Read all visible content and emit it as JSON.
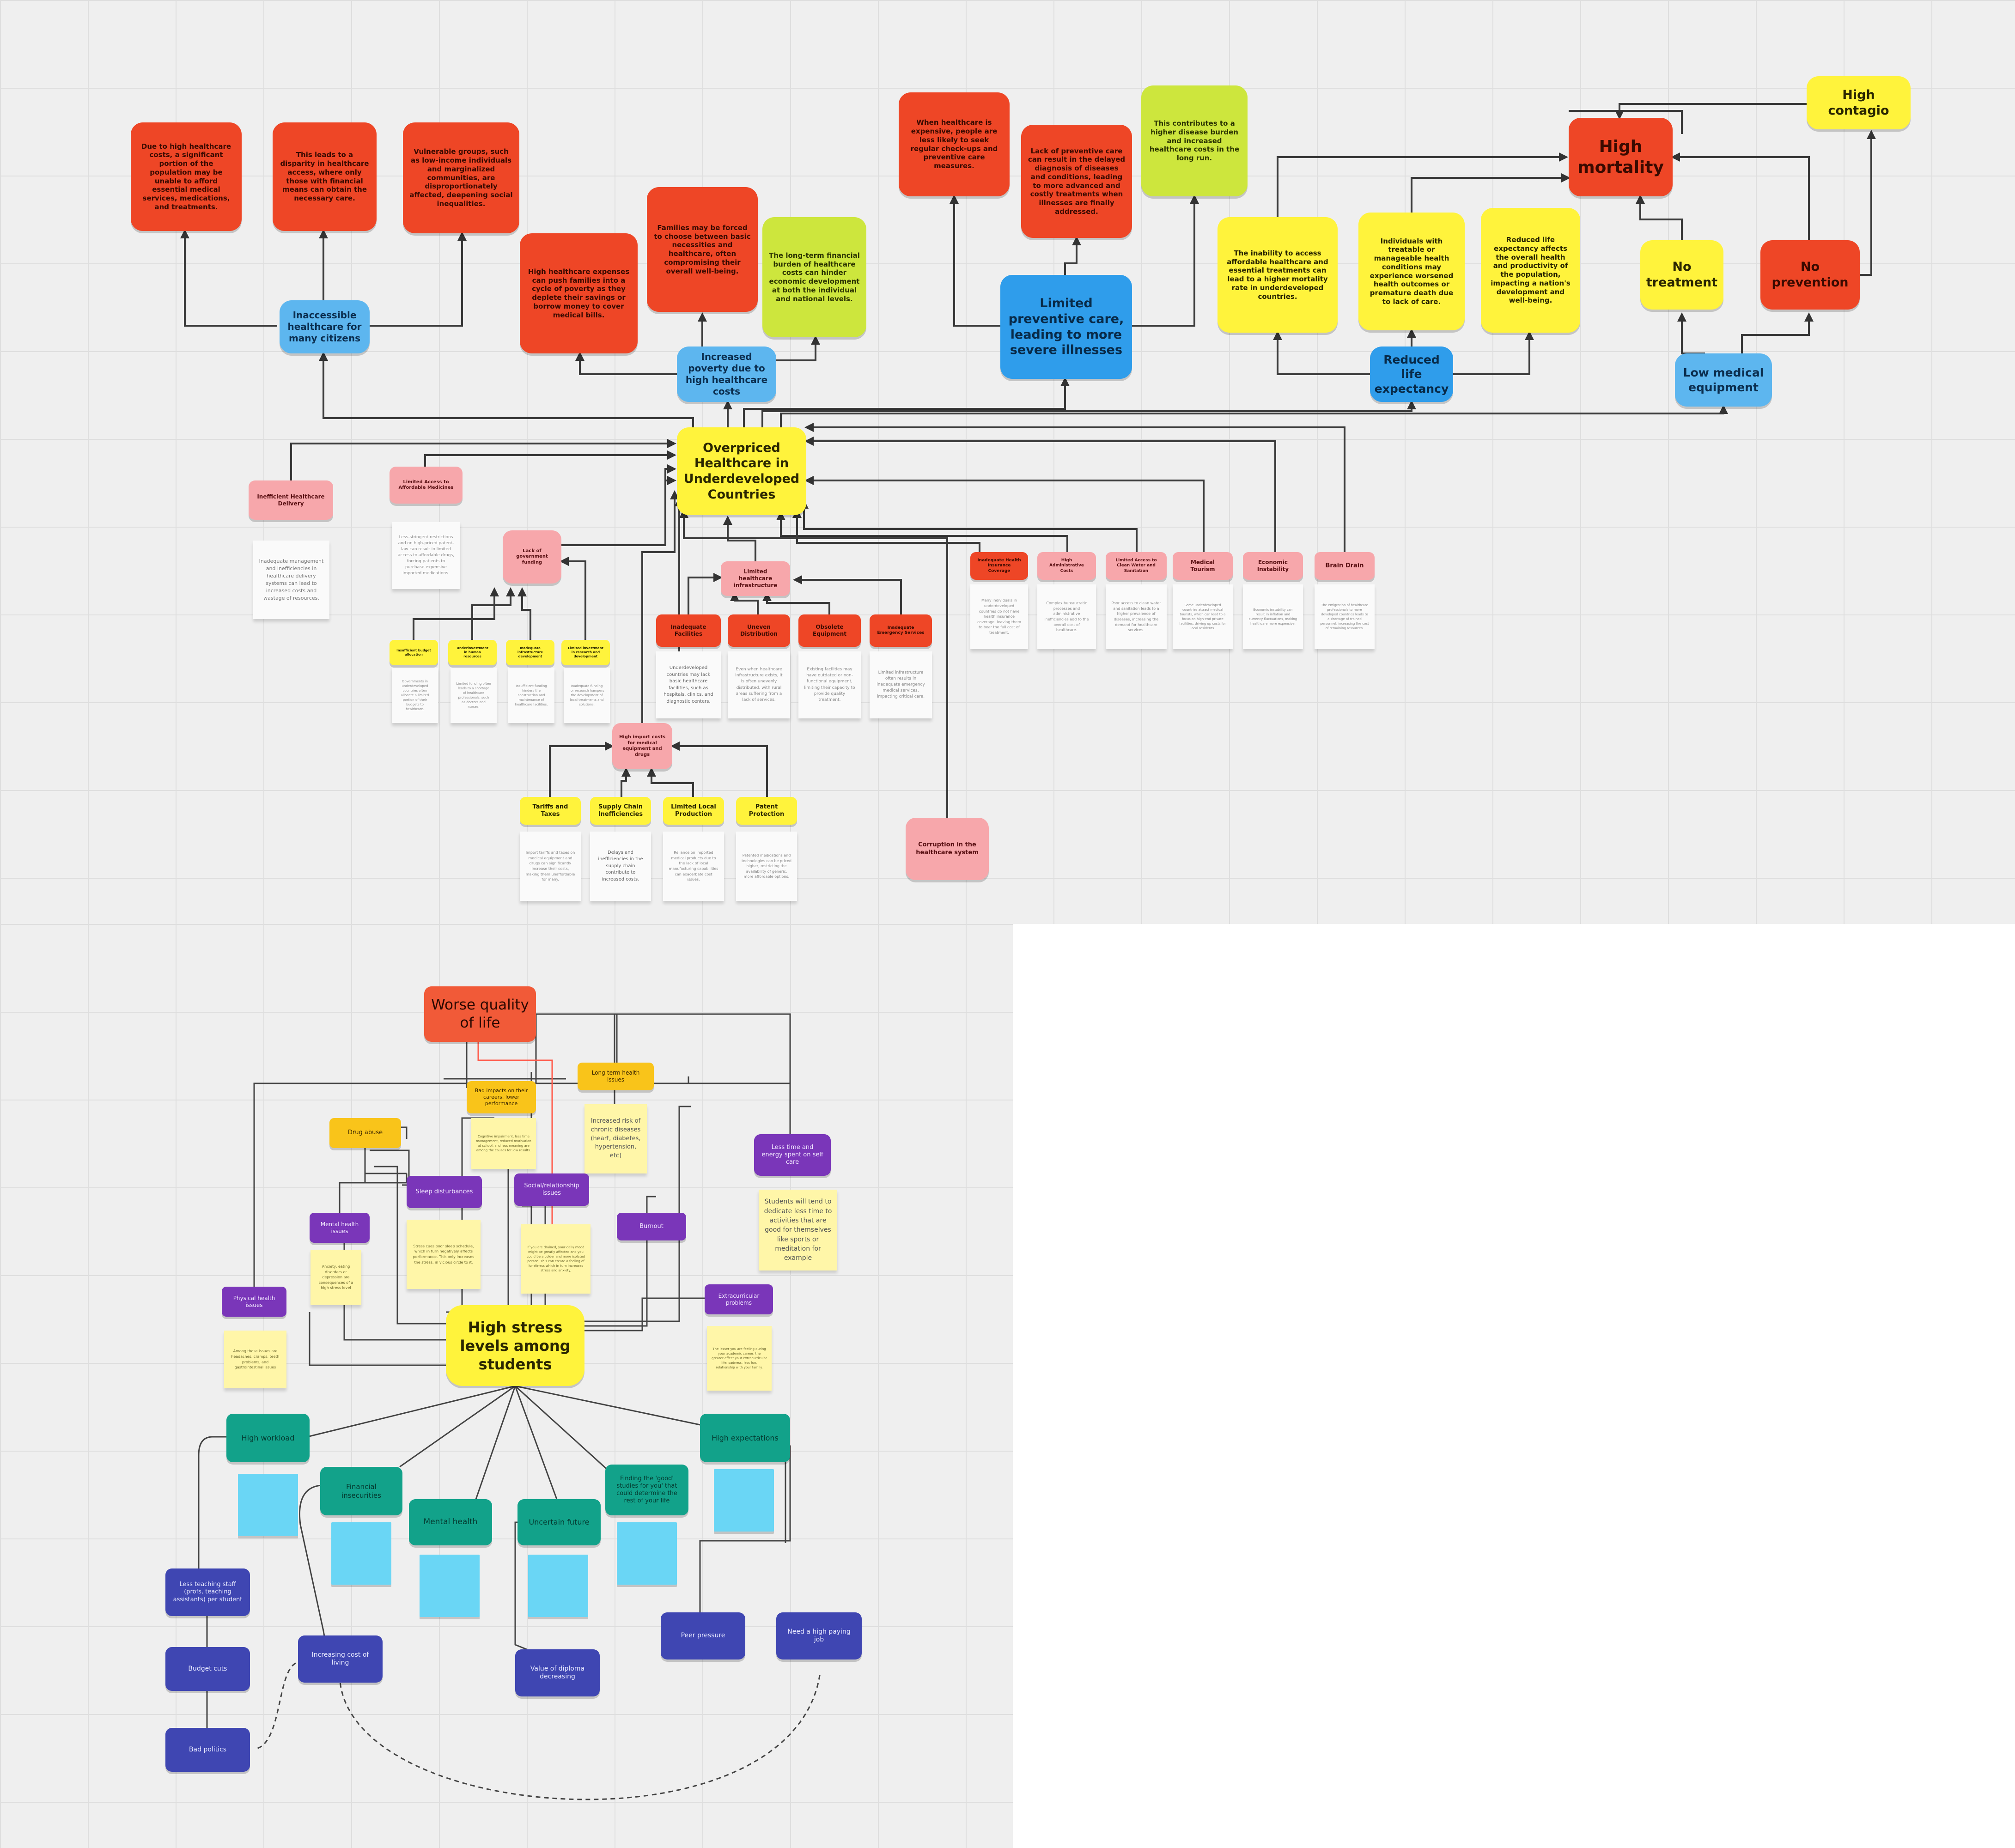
{
  "map1": {
    "center": "Overpriced Healthcare in Underdeveloped Countries",
    "effects": {
      "inaccessible": "Inaccessible healthcare for many citizens",
      "poverty": "Increased poverty due to high healthcare costs",
      "preventive": "Limited preventive care, leading to more severe illnesses",
      "reduced_life": "Reduced life expectancy",
      "low_equipment": "Low medical equipment",
      "high_mortality": "High mortality",
      "high_contagion": "High contagio",
      "no_treatment": "No treatment",
      "no_prevention": "No prevention"
    },
    "cards": {
      "c1": "Due to high healthcare costs, a significant portion of the population may be unable to afford essential medical services, medications, and treatments.",
      "c2": "This leads to a disparity in healthcare access, where only those with financial means can obtain the necessary care.",
      "c3": "Vulnerable groups, such as low-income individuals and marginalized communities, are disproportionately affected, deepening social inequalities.",
      "c4": "High healthcare expenses can push families into a cycle of poverty as they deplete their savings or borrow money to cover medical bills.",
      "c5": "Families may be forced to choose between basic necessities and healthcare, often compromising their overall well-being.",
      "c6": "The long-term financial burden of healthcare costs can hinder economic development at both the individual and national levels.",
      "c7": "When healthcare is expensive, people are less likely to seek regular check-ups and preventive care measures.",
      "c8": "Lack of preventive care can result in the delayed diagnosis of diseases and conditions, leading to more advanced and costly treatments when illnesses are finally addressed.",
      "c9": "This contributes to a higher disease burden and increased healthcare costs in the long run.",
      "c10": "The inability to access affordable healthcare and essential treatments can lead to a higher mortality rate in underdeveloped countries.",
      "c11": "Individuals with treatable or manageable health conditions may experience worsened health outcomes or premature death due to lack of care.",
      "c12": "Reduced life expectancy affects the overall health and productivity of the population, impacting a nation's development and well-being."
    },
    "causes": {
      "inefficient": "Inefficient Healthcare Delivery",
      "affordable_meds": "Limited Access to Affordable Medicines",
      "gov_funding": "Lack of government funding",
      "infrastructure": "Limited healthcare infrastructure",
      "insurance": "Inadequate Health Insurance Coverage",
      "admin": "High Administrative Costs",
      "water": "Limited Access to Clean Water and Sanitation",
      "tourism": "Medical Tourism",
      "economic": "Economic Instability",
      "brain_drain": "Brain Drain",
      "import_costs": "High import costs for medical equipment and drugs",
      "corruption": "Corruption in the healthcare system"
    },
    "gov_subs": {
      "s1": "Insufficient budget allocation",
      "s2": "Underinvestment in human resources",
      "s3": "Inadequate infrastructure development",
      "s4": "Limited investment in research and development"
    },
    "infra_subs": {
      "f1": "Inadequate Facilities",
      "f2": "Uneven Distribution",
      "f3": "Obsolete Equipment",
      "f4": "Inadequate Emergency Services"
    },
    "import_subs": {
      "t1": "Tariffs and Taxes",
      "t2": "Supply Chain Inefficiencies",
      "t3": "Limited Local Production",
      "t4": "Patent Protection"
    },
    "notes": {
      "n_inefficient": "Inadequate management and inefficiencies in healthcare delivery systems can lead to increased costs and wastage of resources.",
      "n_meds": "Less-stringent restrictions and on high-priced patent-law can result in limited access to affordable drugs, forcing patients to purchase expensive imported medications.",
      "n_s1": "Governments in underdeveloped countries often allocate a limited portion of their budgets to healthcare.",
      "n_s2": "Limited funding often leads to a shortage of healthcare professionals, such as doctors and nurses.",
      "n_s3": "Insufficient funding hinders the construction and maintenance of healthcare facilities.",
      "n_s4": "Inadequate funding for research hampers the development of local treatments and solutions.",
      "n_f1": "Underdeveloped countries may lack basic healthcare facilities, such as hospitals, clinics, and diagnostic centers.",
      "n_f2": "Even when healthcare infrastructure exists, it is often unevenly distributed, with rural areas suffering from a lack of services.",
      "n_f3": "Existing facilities may have outdated or non-functional equipment, limiting their capacity to provide quality treatment.",
      "n_f4": "Limited infrastructure often results in inadequate emergency medical services, impacting critical care.",
      "n_insurance": "Many individuals in underdeveloped countries do not have health insurance coverage, leaving them to bear the full cost of treatment.",
      "n_admin": "Complex bureaucratic processes and administrative inefficiencies add to the overall cost of healthcare.",
      "n_water": "Poor access to clean water and sanitation leads to a higher prevalence of diseases, increasing the demand for healthcare services.",
      "n_tourism": "Some underdeveloped countries attract medical tourists, which can lead to a focus on high-end private facilities, driving up costs for local residents.",
      "n_economic": "Economic instability can result in inflation and currency fluctuations, making healthcare more expensive.",
      "n_brain": "The emigration of healthcare professionals to more developed countries leads to a shortage of trained personnel, increasing the cost of remaining resources.",
      "n_t1": "Import tariffs and taxes on medical equipment and drugs can significantly increase their costs, making them unaffordable for many.",
      "n_t2": "Delays and inefficiencies in the supply chain contribute to increased costs.",
      "n_t3": "Reliance on imported medical products due to the lack of local manufacturing capabilities can exacerbate cost issues.",
      "n_t4": "Patented medications and technologies can be priced higher, restricting the availability of generic, more affordable options."
    }
  },
  "map2": {
    "center": "High stress levels among students",
    "worse_quality": "Worse quality of life",
    "long_term": "Long-term health issues",
    "long_term_note": "Increased risk of chronic diseases (heart, diabetes, hypertension, etc)",
    "bad_impacts": "Bad impacts on their careers, lower performance",
    "bad_impacts_note": "Cognitive impairment, less time management, reduced motivation at school, and less meaning are among the causes for low results.",
    "drug_abuse": "Drug abuse",
    "sleep": "Sleep disturbances",
    "sleep_note": "Stress cues poor sleep schedule, which in turn negatively affects performance. This only increases the stress, in vicious circle to it.",
    "social": "Social/relationship issues",
    "social_note": "If you are drained, your daily mood might be greatly affected and you could be a colder and more isolated person. This can create a feeling of loneliness which in turn increases stress and anxiety.",
    "mental_issues": "Mental health issues",
    "mental_issues_note": "Anxiety, eating disorders or depression are consequences of a high stress level",
    "physical": "Physical health issues",
    "physical_note": "Among those issues are headaches, cramps, teeth problems, and gastrointestinal issues",
    "burnout": "Burnout",
    "less_time": "Less time and energy spent on self care",
    "less_time_note": "Students will tend to dedicate less time to activities that are good for themselves like sports or meditation for example",
    "extracurricular": "Extracurricular problems",
    "extracurricular_note": "The lesser you are feeling during your academic career, the greater effect your extracurricular life: sadness, less fun, relationship with your family.",
    "causes": {
      "workload": "High workload",
      "financial": "Financial insecurities",
      "mental": "Mental health",
      "uncertain": "Uncertain future",
      "finding": "Finding the 'good' studies for you' that could determine the rest of your life",
      "expectations": "High expectations"
    },
    "roots": {
      "teaching_staff": "Less teaching staff (profs, teaching assistants) per student",
      "budget": "Budget cuts",
      "politics": "Bad politics",
      "living_cost": "Increasing cost of living",
      "diploma": "Value of diploma decreasing",
      "peer": "Peer pressure",
      "job": "Need a high paying job"
    }
  }
}
